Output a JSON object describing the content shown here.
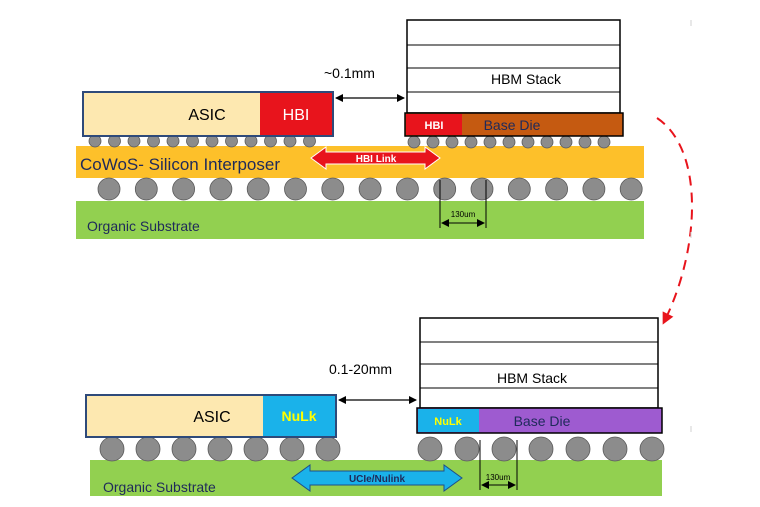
{
  "top": {
    "asic_label": "ASIC",
    "hbi_label": "HBI",
    "hbm_label": "HBM Stack",
    "base_hbi_label": "HBI",
    "base_die_label": "Base Die",
    "interposer_label": "CoWoS- Silicon Interposer",
    "link_label": "HBI Link",
    "substrate_label": "Organic Substrate",
    "pitch_label": "130um",
    "distance_label": "~0.1mm"
  },
  "bottom": {
    "asic_label": "ASIC",
    "nulk_label": "NuLk",
    "hbm_label": "HBM Stack",
    "base_nulk_label": "NuLk",
    "base_die_label": "Base Die",
    "link_label": "UCIe/Nulink",
    "substrate_label": "Organic Substrate",
    "pitch_label": "130um",
    "distance_label": "0.1-20mm"
  },
  "colors": {
    "asic_fill": "#fde8b0",
    "hbi_fill": "#e8141c",
    "interposer_fill": "#fdc02a",
    "substrate_fill": "#92d050",
    "base_die_top": "#c55a11",
    "base_die_bottom": "#9e5bd0",
    "nulk_fill": "#1ab2ea",
    "nulk_text": "#ffff00",
    "bump_fill": "#8c8c8c",
    "link_arrow_top": "#e8141c",
    "link_arrow_bottom": "#1ab2ea",
    "dashed_arrow": "#e8141c"
  }
}
